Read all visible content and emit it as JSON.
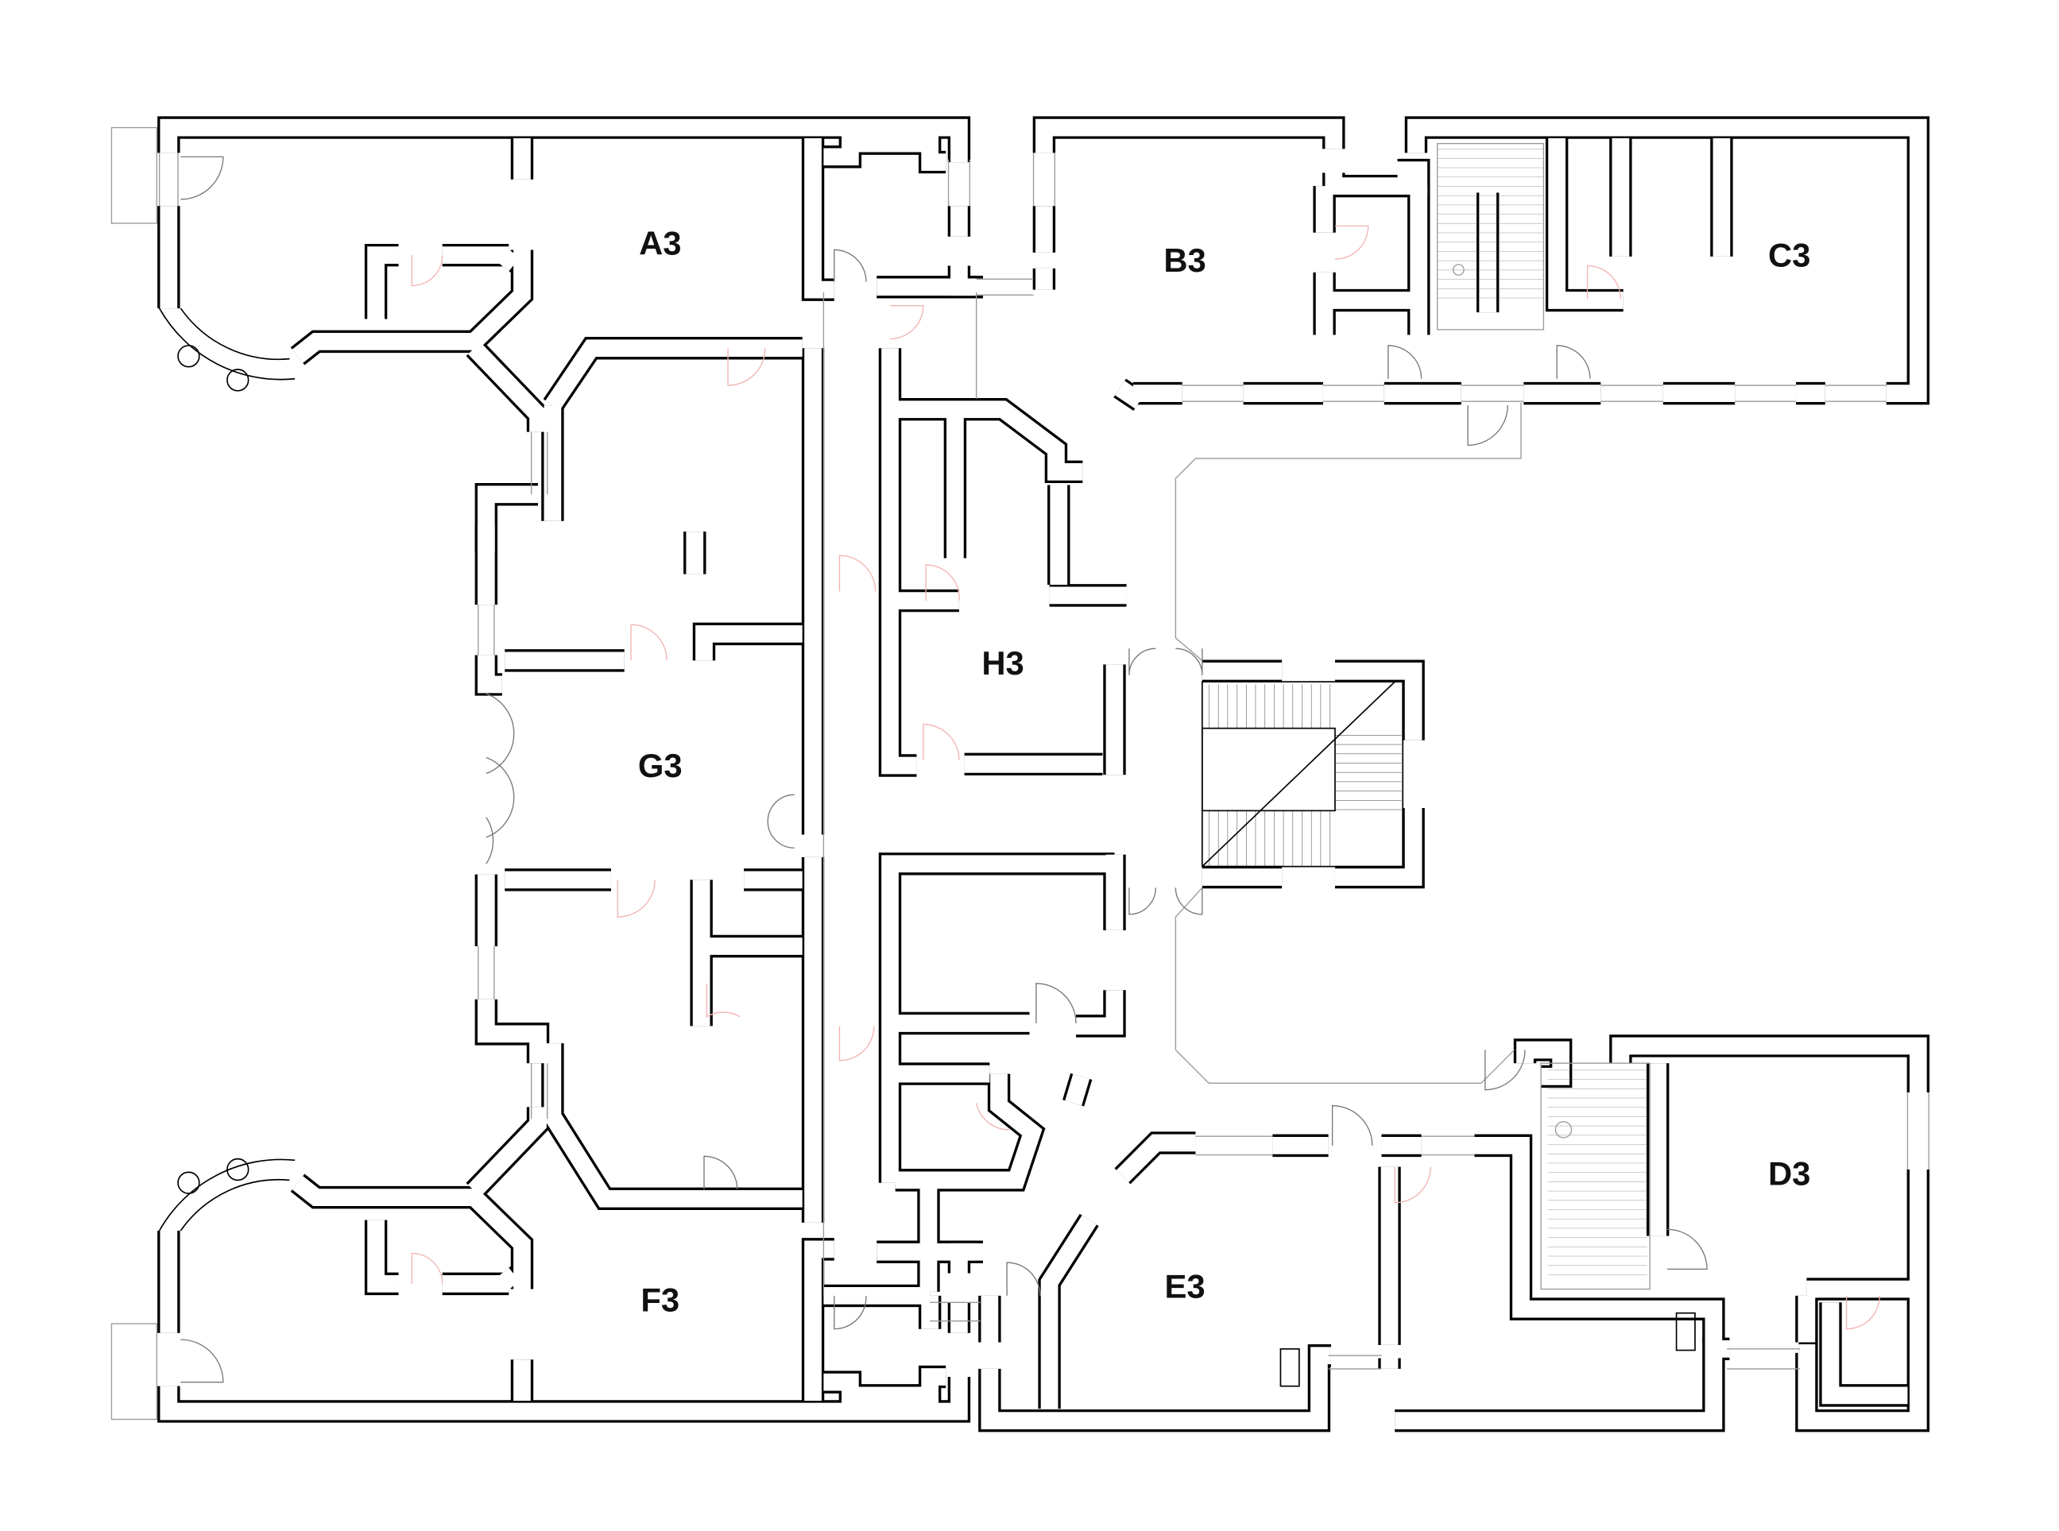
{
  "plan": {
    "rooms": [
      {
        "id": "A3",
        "label": "A3"
      },
      {
        "id": "B3",
        "label": "B3"
      },
      {
        "id": "C3",
        "label": "C3"
      },
      {
        "id": "D3",
        "label": "D3"
      },
      {
        "id": "E3",
        "label": "E3"
      },
      {
        "id": "F3",
        "label": "F3"
      },
      {
        "id": "G3",
        "label": "G3"
      },
      {
        "id": "H3",
        "label": "H3"
      }
    ],
    "colors": {
      "wall": "#000000",
      "background": "#ffffff",
      "door_swing": "#f3b3b3"
    }
  }
}
